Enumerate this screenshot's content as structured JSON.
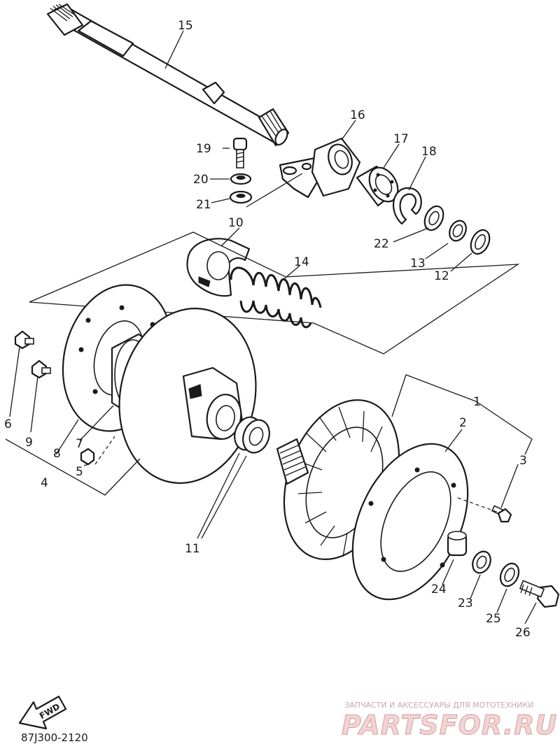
{
  "callouts": [
    "1",
    "2",
    "3",
    "4",
    "5",
    "6",
    "7",
    "8",
    "9",
    "10",
    "11",
    "12",
    "13",
    "14",
    "15",
    "16",
    "17",
    "18",
    "19",
    "20",
    "21",
    "22",
    "23",
    "24",
    "25",
    "26"
  ],
  "fwd_label": "FWD",
  "diagram_code": "87J300-2120",
  "watermark": {
    "tagline": "ЗАПЧАСТИ И АКСЕССУАРЫ ДЛЯ МОТОТЕХНИКИ",
    "brand": "PARTSFOR.RU"
  }
}
